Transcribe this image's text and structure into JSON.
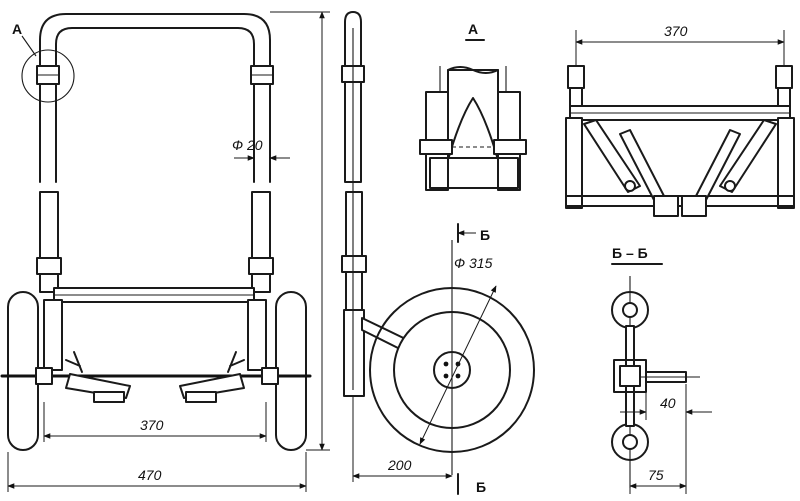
{
  "labels": {
    "detail_a_callout": "А",
    "detail_a_title": "А",
    "section_b_marker_top": "Б",
    "section_b_marker_bottom": "Б",
    "section_bb_title": "Б – Б"
  },
  "dimensions": {
    "tube_diameter": "Ф 20",
    "wheel_diameter": "Ф 315",
    "inner_width_front": "370",
    "outer_width_front": "470",
    "axle_offset_side": "200",
    "detail_width_top": "370",
    "section_40": "40",
    "section_75": "75"
  }
}
